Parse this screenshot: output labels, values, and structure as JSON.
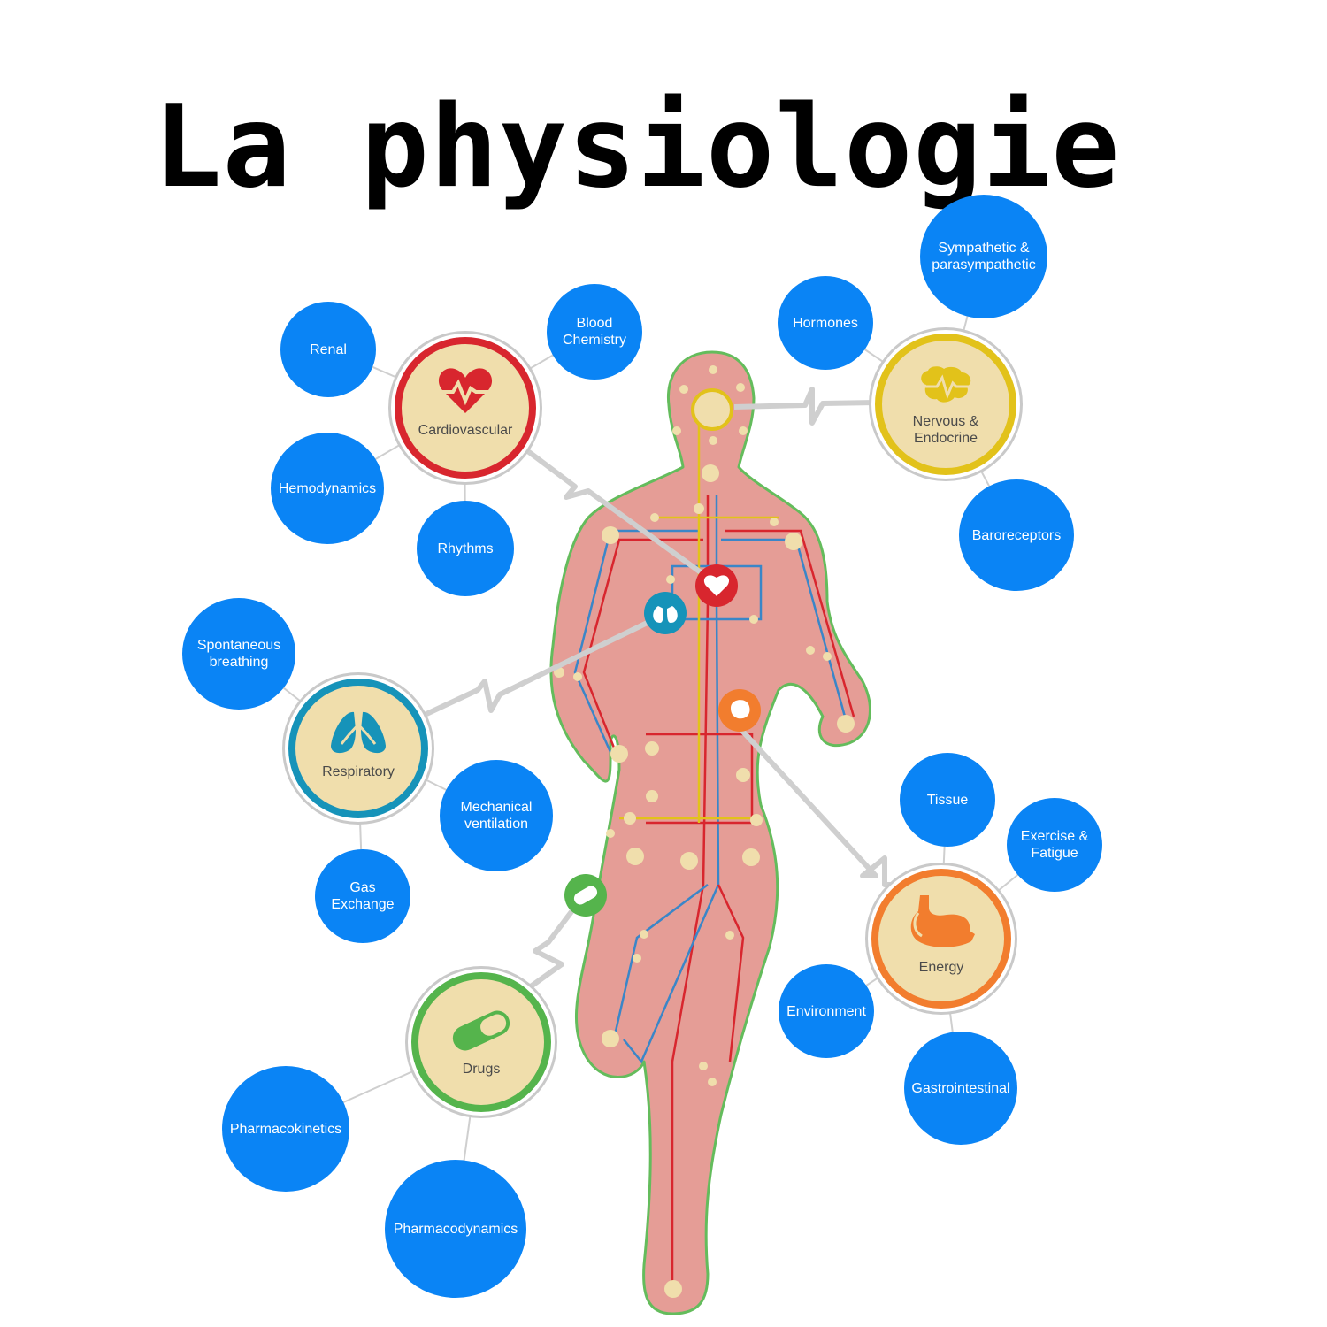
{
  "title": "La physiologie",
  "colors": {
    "leaf": "#0a84f5",
    "body": "#e59d96",
    "outline": "#64bc5c",
    "cardiovascular": "#d8262e",
    "nervous": "#e2c21a",
    "respiratory": "#1693b9",
    "energy": "#f27d2e",
    "drugs": "#55b44c"
  },
  "hubs": {
    "cardiovascular": {
      "label": "Cardiovascular",
      "icon": "heart-icon"
    },
    "nervous": {
      "label": "Nervous &\nEndocrine",
      "icon": "brain-icon"
    },
    "respiratory": {
      "label": "Respiratory",
      "icon": "lungs-icon"
    },
    "energy": {
      "label": "Energy",
      "icon": "stomach-icon"
    },
    "drugs": {
      "label": "Drugs",
      "icon": "pill-icon"
    }
  },
  "leaves": {
    "renal": "Renal",
    "blood_chemistry": "Blood\nChemistry",
    "hemodynamics": "Hemodynamics",
    "rhythms": "Rhythms",
    "hormones": "Hormones",
    "sympathetic": "Sympathetic &\nparasympathetic",
    "baroreceptors": "Baroreceptors",
    "spontaneous_breathing": "Spontaneous\nbreathing",
    "mechanical_ventilation": "Mechanical\nventilation",
    "gas_exchange": "Gas\nExchange",
    "tissue": "Tissue",
    "exercise_fatigue": "Exercise &\nFatigue",
    "environment": "Environment",
    "gastrointestinal": "Gastrointestinal",
    "pharmacokinetics": "Pharmacokinetics",
    "pharmacodynamics": "Pharmacodynamics"
  }
}
